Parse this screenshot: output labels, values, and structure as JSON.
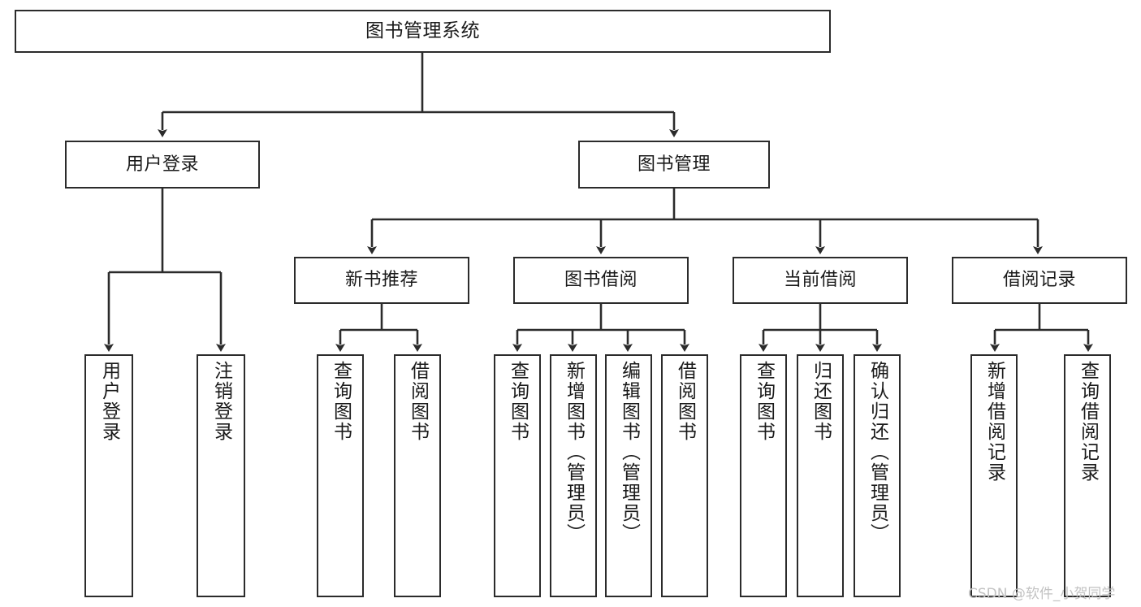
{
  "diagram": {
    "title": "图书管理系统",
    "root": {
      "label": "图书管理系统"
    },
    "level2": [
      {
        "label": "用户登录"
      },
      {
        "label": "图书管理"
      }
    ],
    "level3": [
      {
        "label": "新书推荐"
      },
      {
        "label": "图书借阅"
      },
      {
        "label": "当前借阅"
      },
      {
        "label": "借阅记录"
      }
    ],
    "leaves": {
      "user_login": [
        {
          "label": "用户登录"
        },
        {
          "label": "注销登录"
        }
      ],
      "new_book_recommend": [
        {
          "label": "查询图书"
        },
        {
          "label": "借阅图书"
        }
      ],
      "book_borrow": [
        {
          "label": "查询图书"
        },
        {
          "label": "新增图书（管理员）"
        },
        {
          "label": "编辑图书（管理员）"
        },
        {
          "label": "借阅图书"
        }
      ],
      "current_borrow": [
        {
          "label": "查询图书"
        },
        {
          "label": "归还图书"
        },
        {
          "label": "确认归还（管理员）"
        }
      ],
      "borrow_record": [
        {
          "label": "新增借阅记录"
        },
        {
          "label": "查询借阅记录"
        }
      ]
    },
    "watermark": "CSDN @软件_小贺同学",
    "colors": {
      "background": "#ffffff",
      "border": "#2b2b2b",
      "text": "#1a1a1a",
      "connector": "#2b2b2b",
      "watermark": "#c2c2c2"
    }
  }
}
